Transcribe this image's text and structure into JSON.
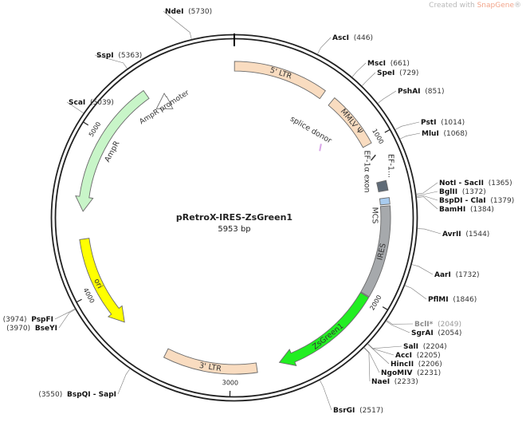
{
  "watermark": {
    "prefix": "Created with ",
    "brand": "SnapGene",
    "mark": "®"
  },
  "plasmid": {
    "name": "pRetroX-IRES-ZsGreen1",
    "length_label": "5953 bp",
    "length": 5953
  },
  "colors": {
    "backbone": "#222222",
    "feature_text": "#333333",
    "ltr": "#f9dcc0",
    "mmlv": "#f9dcc0",
    "ampr": "#c8f5c8",
    "ampr_promoter": "#ffffff",
    "ori": "#ffff00",
    "zsgreen": "#22ee22",
    "ires": "#a6a9ac",
    "mcs": "#a9ccef",
    "ef_exon": "#5f6b77",
    "splice_donor": "#d9a6e8"
  },
  "ticks": [
    {
      "pos": 1000,
      "label": "1000"
    },
    {
      "pos": 2000,
      "label": "2000"
    },
    {
      "pos": 3000,
      "label": "3000"
    },
    {
      "pos": 4000,
      "label": "4000"
    },
    {
      "pos": 5000,
      "label": "5000"
    }
  ],
  "features": [
    {
      "id": "ltr5",
      "label": "5' LTR",
      "start": 1,
      "end": 590,
      "kind": "box",
      "color_key": "ltr",
      "r": 190
    },
    {
      "id": "mmlv",
      "label": "MMLV Ψ",
      "start": 660,
      "end": 1015,
      "kind": "box",
      "color_key": "mmlv",
      "r": 190
    },
    {
      "id": "ef1",
      "label": "EF-1...",
      "start": 1092,
      "end": 1112,
      "kind": "mini",
      "color_key": "ef_exon",
      "r": 190,
      "dir": 1
    },
    {
      "id": "efexon",
      "label": "EF-1α exon",
      "start": 1260,
      "end": 1320,
      "kind": "box",
      "color_key": "ef_exon",
      "r": 190
    },
    {
      "id": "mcs",
      "label": "MCS",
      "start": 1365,
      "end": 1405,
      "kind": "box",
      "color_key": "mcs",
      "r": 190
    },
    {
      "id": "ires",
      "label": "IRES",
      "start": 1415,
      "end": 1990,
      "kind": "box",
      "color_key": "ires",
      "r": 190
    },
    {
      "id": "zsgreen",
      "label": "ZsGreen1",
      "start": 1995,
      "end": 2690,
      "kind": "arrow",
      "color_key": "zsgreen",
      "r": 190,
      "dir": 1
    },
    {
      "id": "ltr3",
      "label": "3' LTR",
      "start": 2835,
      "end": 3420,
      "kind": "box",
      "color_key": "ltr",
      "r": 190
    },
    {
      "id": "ori",
      "label": "ori",
      "start": 3745,
      "end": 4332,
      "kind": "arrow",
      "color_key": "ori",
      "r": 190,
      "dir": -1
    },
    {
      "id": "ampr",
      "label": "AmpR",
      "start": 4505,
      "end": 5365,
      "kind": "arrow",
      "color_key": "ampr",
      "r": 190,
      "dir": -1
    },
    {
      "id": "amprprom",
      "label": "AmpR promoter",
      "start": 5365,
      "end": 5470,
      "kind": "arrow",
      "color_key": "ampr_promoter",
      "r": 168,
      "dir": -1
    }
  ],
  "splice_donor": {
    "label": "splice donor",
    "pos": 820
  },
  "sites": [
    {
      "name": "NdeI",
      "pos": 5730,
      "label": "(5730)"
    },
    {
      "name": "SspI",
      "pos": 5363,
      "label": "(5363)"
    },
    {
      "name": "ScaI",
      "pos": 5039,
      "label": "(5039)"
    },
    {
      "name": "AscI",
      "pos": 446,
      "label": "(446)"
    },
    {
      "name": "MscI",
      "pos": 661,
      "label": "(661)"
    },
    {
      "name": "SpeI",
      "pos": 729,
      "label": "(729)"
    },
    {
      "name": "PshAI",
      "pos": 851,
      "label": "(851)"
    },
    {
      "name": "PstI",
      "pos": 1014,
      "label": "(1014)"
    },
    {
      "name": "MluI",
      "pos": 1068,
      "label": "(1068)"
    },
    {
      "name": "NotI - SacII",
      "pos": 1365,
      "label": "(1365)"
    },
    {
      "name": "BglII",
      "pos": 1372,
      "label": "(1372)"
    },
    {
      "name": "BspDI - ClaI",
      "pos": 1379,
      "label": "(1379)"
    },
    {
      "name": "BamHI",
      "pos": 1384,
      "label": "(1384)"
    },
    {
      "name": "AvrII",
      "pos": 1544,
      "label": "(1544)"
    },
    {
      "name": "AarI",
      "pos": 1732,
      "label": "(1732)"
    },
    {
      "name": "PflMI",
      "pos": 1846,
      "label": "(1846)"
    },
    {
      "name": "BclI*",
      "pos": 2049,
      "label": "(2049)",
      "muted": true
    },
    {
      "name": "SgrAI",
      "pos": 2054,
      "label": "(2054)"
    },
    {
      "name": "SalI",
      "pos": 2204,
      "label": "(2204)"
    },
    {
      "name": "AccI",
      "pos": 2205,
      "label": "(2205)"
    },
    {
      "name": "HincII",
      "pos": 2206,
      "label": "(2206)"
    },
    {
      "name": "NgoMIV",
      "pos": 2231,
      "label": "(2231)"
    },
    {
      "name": "NaeI",
      "pos": 2233,
      "label": "(2233)"
    },
    {
      "name": "BsrGI",
      "pos": 2517,
      "label": "(2517)"
    },
    {
      "name": "BspQI - SapI",
      "pos": 3550,
      "label": "(3550)"
    },
    {
      "name": "PspFI",
      "pos": 3974,
      "label": "(3974)"
    },
    {
      "name": "BseYI",
      "pos": 3970,
      "label": "(3970)"
    }
  ]
}
